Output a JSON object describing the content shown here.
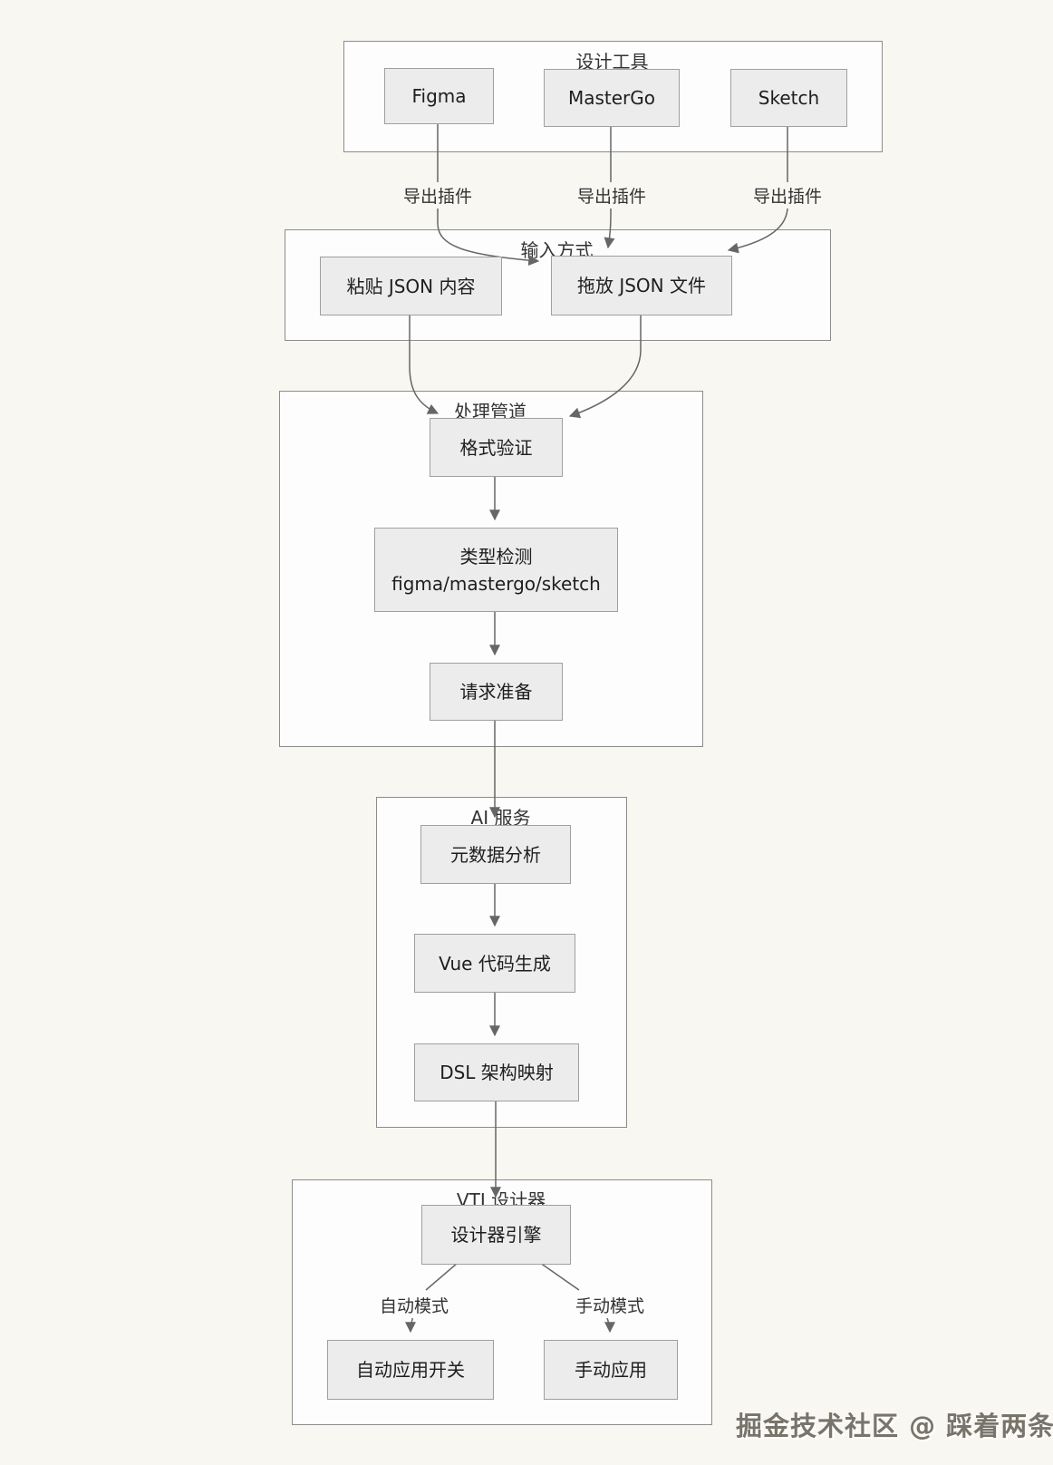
{
  "colors": {
    "background": "#f9f7f1",
    "container_fill": "#fdfdfd",
    "container_border": "#8c8c8c",
    "node_fill": "#ececec",
    "node_border": "#9f9f9f",
    "arrow": "#666666",
    "text": "#1e1e1e"
  },
  "groups": [
    {
      "title": "设计工具",
      "nodes": [
        {
          "label": "Figma"
        },
        {
          "label": "MasterGo"
        },
        {
          "label": "Sketch"
        }
      ]
    },
    {
      "title": "输入方式",
      "nodes": [
        {
          "label": "粘贴 JSON 内容"
        },
        {
          "label": "拖放 JSON 文件"
        }
      ]
    },
    {
      "title": "处理管道",
      "nodes": [
        {
          "label": "格式验证"
        },
        {
          "label": "类型检测",
          "label2": "figma/mastergo/sketch"
        },
        {
          "label": "请求准备"
        }
      ]
    },
    {
      "title": "AI 服务",
      "nodes": [
        {
          "label": "元数据分析"
        },
        {
          "label": "Vue 代码生成"
        },
        {
          "label": "DSL 架构映射"
        }
      ]
    },
    {
      "title": "VTJ 设计器",
      "nodes": [
        {
          "label": "设计器引擎"
        },
        {
          "label": "自动应用开关"
        },
        {
          "label": "手动应用"
        }
      ]
    }
  ],
  "edge_labels": [
    {
      "text": "导出插件"
    },
    {
      "text": "导出插件"
    },
    {
      "text": "导出插件"
    },
    {
      "text": "自动模式"
    },
    {
      "text": "手动模式"
    }
  ],
  "watermark": "掘金技术社区 @ 踩着两条虫"
}
